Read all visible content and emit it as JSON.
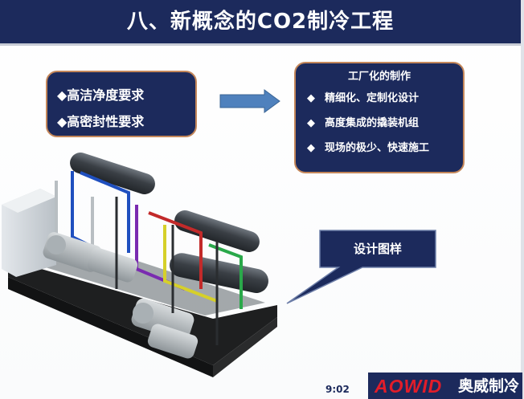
{
  "slide": {
    "title": "八、新概念的CO2制冷工程"
  },
  "left_box": {
    "items": [
      "◆高洁净度要求",
      "◆高密封性要求"
    ]
  },
  "right_box": {
    "heading": "工厂化的制作",
    "bullet": "◆",
    "items": [
      "精细化、定制化设计",
      "高度集成的撬装机组",
      "现场的极少、快速施工"
    ]
  },
  "callout": {
    "label": "设计图样"
  },
  "footer": {
    "page_number": "9:02",
    "brand_latin": "AOWID",
    "brand_cn": "奥威制冷"
  },
  "colors": {
    "navy": "#1c2a5c",
    "border": "#c4875a",
    "arrow": "#4f81bd",
    "brand_red": "#e21d2a"
  }
}
